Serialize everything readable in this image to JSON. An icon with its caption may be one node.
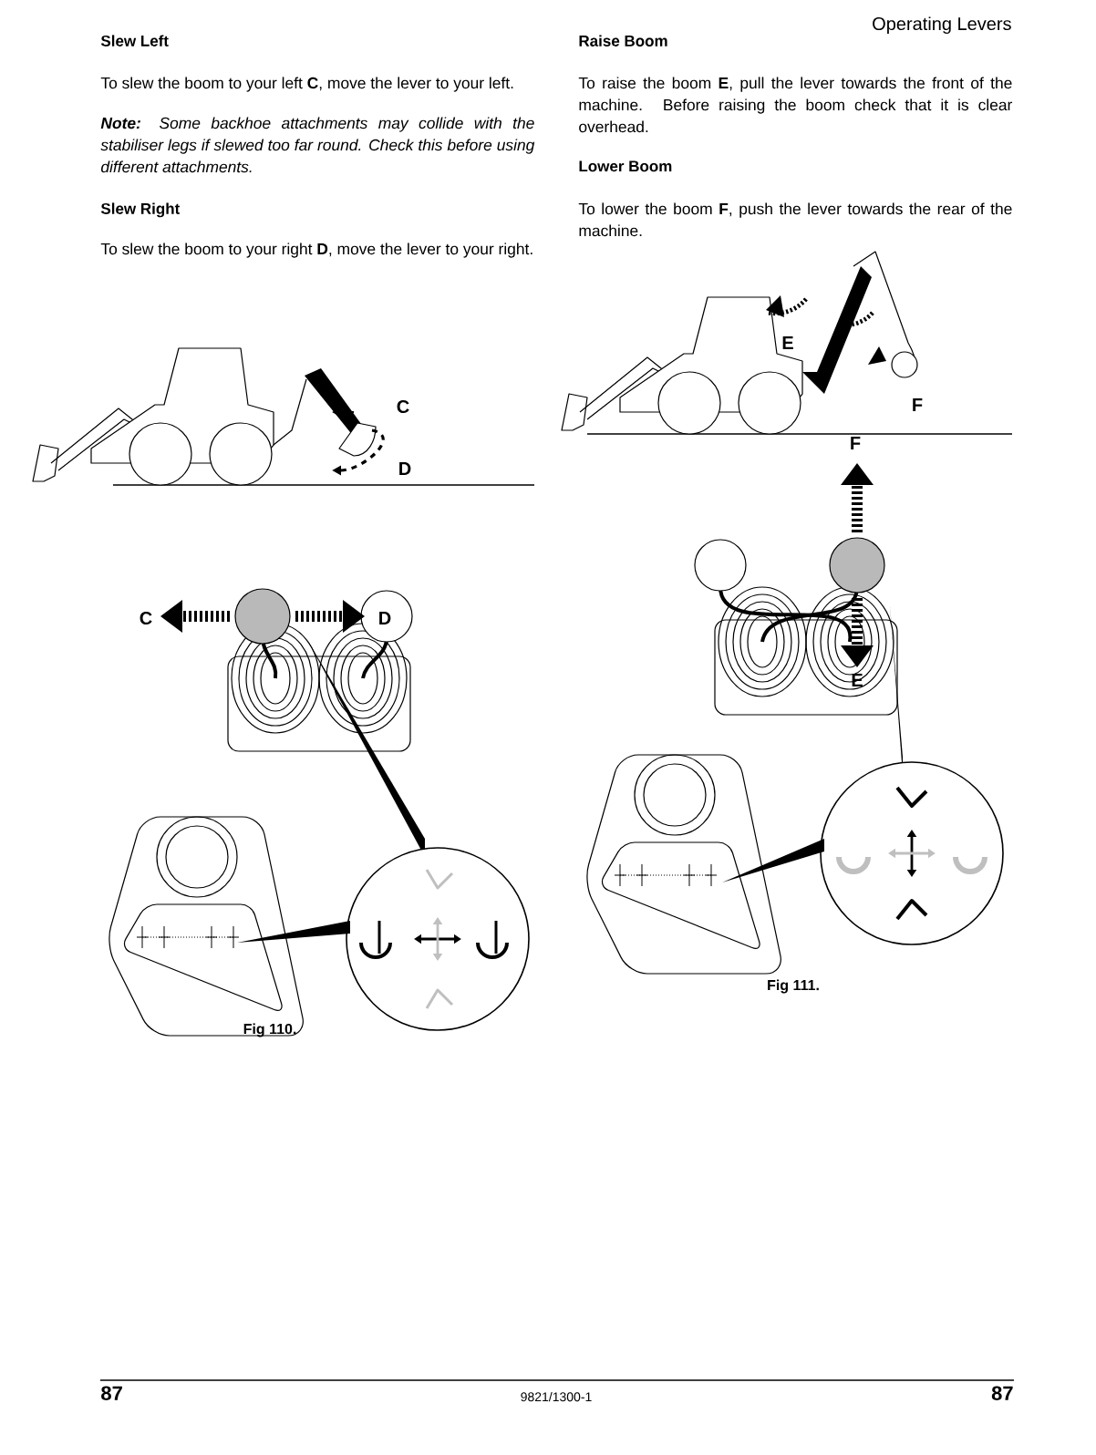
{
  "diagram": {
    "labels": [
      "Operating Levers",
      "Slew Left",
      "To slew the boom to your left **C**, move the lever to your left.",
      "**Note:** Some backhoe attachments may collide with the stabiliser legs if slewed too far round. Check this before using different attachments.",
      "Slew Right",
      "To slew the boom to your right **D**, move the lever to your right.",
      "Raise Boom",
      "To raise the boom **E**, pull the lever towards the front of the machine. Before raising the boom check that it is clear overhead.",
      "Lower Boom",
      "To lower the boom **F**, push the lever towards the rear of the machine.",
      "C",
      "D",
      "C",
      "D",
      "Fig 110.",
      "E",
      "F",
      "F",
      "E",
      "Fig 111.",
      "87",
      "9821/1300-1",
      "87"
    ]
  }
}
